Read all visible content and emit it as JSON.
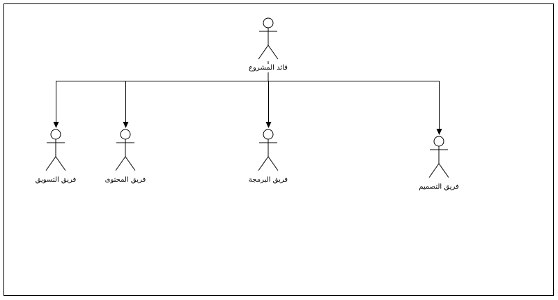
{
  "diagram": {
    "root": {
      "label": "قائد المشروع"
    },
    "children": [
      {
        "label": "فريق التسويق"
      },
      {
        "label": "فريق المحتوى"
      },
      {
        "label": "فريق البرمجة"
      },
      {
        "label": "فريق التصميم"
      }
    ],
    "colors": {
      "stroke": "#000000",
      "background": "#ffffff",
      "border": "#000000"
    }
  }
}
